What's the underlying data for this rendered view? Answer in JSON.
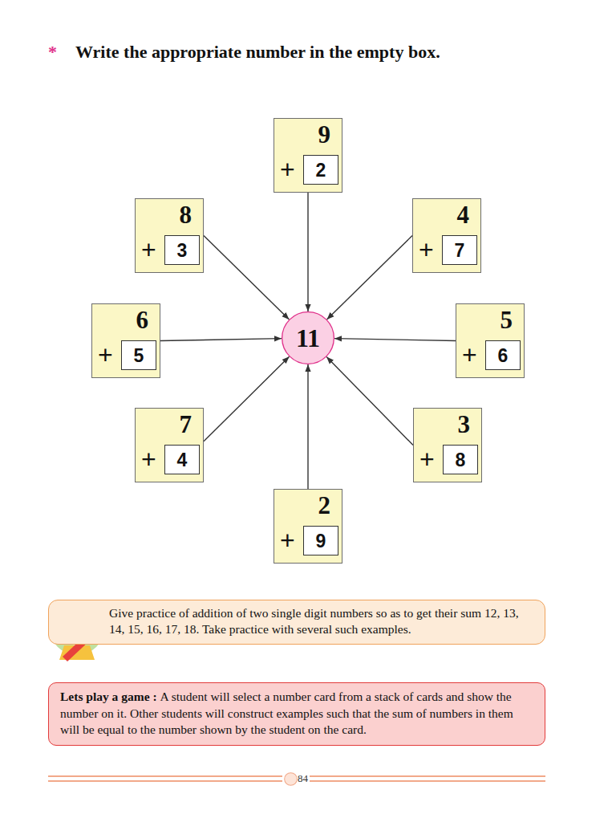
{
  "diagram": {
    "title": "Write the appropriate number in the empty box.",
    "nodes": [
      {
        "text": [
          "9",
          "+"
        ]
      },
      {
        "text": [
          "2"
        ],
        "in": 0
      },
      {
        "text": [
          "8",
          "+"
        ]
      },
      {
        "text": [
          "3"
        ],
        "in": 2
      },
      {
        "text": [
          "4",
          "+"
        ]
      },
      {
        "text": [
          "7"
        ],
        "in": 4
      },
      {
        "text": [
          "11"
        ]
      },
      {
        "text": [
          "6",
          "+"
        ]
      },
      {
        "text": [
          "5"
        ],
        "in": 7
      },
      {
        "text": [
          "5",
          "+"
        ]
      },
      {
        "text": [
          "6"
        ],
        "in": 9
      },
      {
        "text": [
          "7",
          "+"
        ]
      },
      {
        "text": [
          "4"
        ],
        "in": 11
      },
      {
        "text": [
          "3",
          "+"
        ]
      },
      {
        "text": [
          "8"
        ],
        "in": 13
      },
      {
        "text": [
          "2",
          "+"
        ]
      },
      {
        "text": [
          "9"
        ],
        "in": 15
      },
      {
        "text": [
          "Give practice of addition of two single digit numbers so as to get their sum 12, 13, 14, 15, 16, 17, 18. Take practice with several such examples."
        ]
      },
      {
        "text": [
          "Lets play a game :",
          "A student will select a number card from a stack of cards and show the number on it. Other students will construct examples such that the sum of numbers in them will be equal to the number shown by the student on the card."
        ]
      },
      {
        "text": [
          "84"
        ]
      }
    ],
    "edges": [
      {
        "from": 0,
        "to": 6,
        "arrow": "to"
      },
      {
        "from": 2,
        "to": 6,
        "arrow": "to"
      },
      {
        "from": 4,
        "to": 6,
        "arrow": "to"
      },
      {
        "from": 7,
        "to": 6,
        "arrow": "to"
      },
      {
        "from": 9,
        "to": 6,
        "arrow": "to"
      },
      {
        "from": 11,
        "to": 6,
        "arrow": "to"
      },
      {
        "from": 13,
        "to": 6,
        "arrow": "to"
      },
      {
        "from": 15,
        "to": 6,
        "arrow": "to"
      }
    ],
    "labels": [
      "*"
    ]
  }
}
